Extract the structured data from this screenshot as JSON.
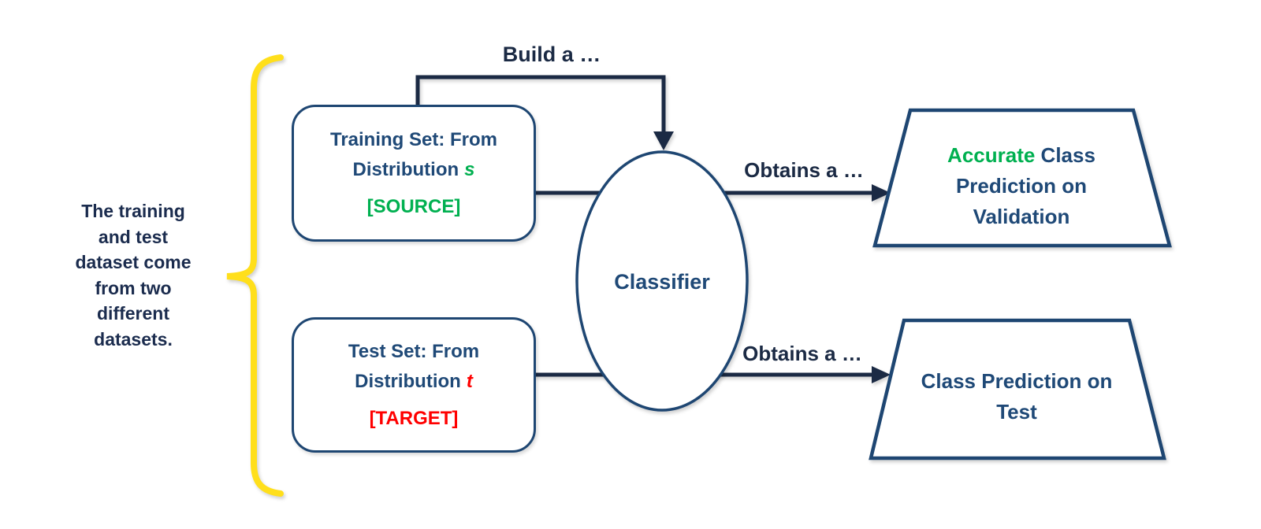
{
  "colors": {
    "shape_border_navy": "#1e4672",
    "arrow_dark_navy": "#1b2a44",
    "box_text_navy": "#1f4977",
    "note_text_navy": "#1b2c4e",
    "highlight_green": "#00b050",
    "highlight_red": "#ff0000",
    "brace_yellow": "#ffdf1b",
    "background": "#ffffff"
  },
  "note": {
    "lines": [
      "The training",
      "and test",
      "dataset come",
      "from two",
      "different",
      "datasets."
    ]
  },
  "labels": {
    "build": "Build a …",
    "obtains_top": "Obtains a …",
    "obtains_bottom": "Obtains a …"
  },
  "training_box": {
    "line1": "Training Set: From",
    "line2_prefix": "Distribution",
    "line2_var": "s",
    "tag": "[SOURCE]"
  },
  "test_box": {
    "line1": "Test Set: From",
    "line2_prefix": "Distribution",
    "line2_var": "t",
    "tag": "[TARGET]"
  },
  "classifier": {
    "label": "Classifier"
  },
  "validation_output": {
    "line1_highlight": "Accurate",
    "line1_rest": " Class",
    "line2": "Prediction on",
    "line3": "Validation"
  },
  "test_output": {
    "line1": "Class Prediction on",
    "line2": "Test"
  }
}
